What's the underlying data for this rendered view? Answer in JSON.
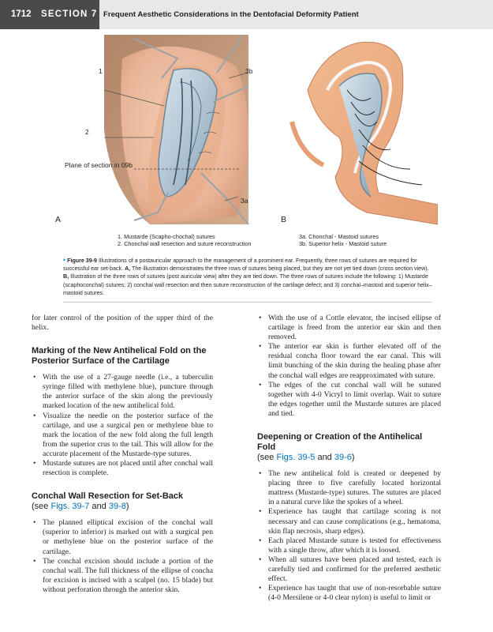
{
  "header": {
    "page_number": "1712",
    "section": "SECTION 7",
    "title": "Frequent Aesthetic Considerations in the Dentofacial Deformity Patient"
  },
  "figure": {
    "labels": {
      "l1": "1",
      "l2": "2",
      "l3b": "3b",
      "l3a": "3a",
      "plane": "Plane of section in 09b"
    },
    "panel_a": "A",
    "panel_b": "B",
    "legend_left": [
      "1. Mustarde (Scapho-chochal) sutures",
      "2. Chonchal wall resection and suture reconstruction"
    ],
    "legend_right": [
      "3a. Chonchal - Mastoid sutures",
      "3b. Superior helix - Mastoid suture"
    ]
  },
  "caption": {
    "bullet": "•",
    "label": "Figure 39-9",
    "text_a": " Illustrations of a postauricular approach to the management of a prominent ear. Frequently, three rows of sutures are required for successful ear set-back. ",
    "a": "A,",
    "text_b": " The illustration demonstrates the three rows of sutures being placed, but they are not yet tied down (cross section view). ",
    "b": "B,",
    "text_c": " Illustration of the three rows of sutures (post auricular view) after they are tied down. The three rows of sutures include the following: 1) Mustarde (scaphoconchal) sutures; 2) conchal wall resection and then suture reconstruction of the cartilage defect; and 3) conchal–mastoid and superior helix–mastoid sutures."
  },
  "left_col": {
    "intro": "for later control of the position of the upper third of the helix.",
    "h1": "Marking of the New Antihelical Fold on the Posterior Surface of the Cartilage",
    "list1": [
      "With the use of a 27-gauge needle (i.e., a tuberculin syringe filled with methylene blue), puncture through the anterior surface of the skin along the previously marked location of the new antihelical fold.",
      "Visualize the needle on the posterior surface of the cartilage, and use a surgical pen or methylene blue to mark the location of the new fold along the full length from the superior crus to the tail. This will allow for the accurate placement of the Mustarde-type sutures.",
      "Mustarde sutures are not placed until after conchal wall resection is complete."
    ],
    "h2": "Conchal Wall Resection for Set-Back",
    "h2_sub_pre": "(see ",
    "h2_ref1": "Figs. 39-7",
    "h2_and": " and ",
    "h2_ref2": "39-8",
    "h2_sub_post": ")",
    "list2": [
      "The planned elliptical excision of the conchal wall (superior to inferior) is marked out with a surgical pen or methylene blue on the posterior surface of the cartilage.",
      "The conchal excision should include a portion of the conchal wall. The full thickness of the ellipse of concha for excision is incised with a scalpel (no. 15 blade) but without perforation through the anterior skin."
    ]
  },
  "right_col": {
    "list1": [
      "With the use of a Cottle elevator, the incised ellipse of cartilage is freed from the anterior ear skin and then removed.",
      "The anterior ear skin is further elevated off of the residual concha floor toward the ear canal. This will limit bunching of the skin during the healing phase after the conchal wall edges are reapproximated with suture.",
      "The edges of the cut conchal wall will be sutured together with 4-0 Vicryl to limit overlap. Wait to suture the edges together until the Mustarde sutures are placed and tied."
    ],
    "h3": "Deepening or Creation of the Antihelical Fold",
    "h3_sub_pre": "(see ",
    "h3_ref1": "Figs. 39-5",
    "h3_and": " and ",
    "h3_ref2": "39-6",
    "h3_sub_post": ")",
    "list2": [
      "The new antihelical fold is created or deepened by placing three to five carefully located horizontal mattress (Mustarde-type) sutures. The sutures are placed in a natural curve like the spokes of a wheel.",
      "Experience has taught that cartilage scoring is not necessary and can cause complications (e.g., hematoma, skin flap necrosis, sharp edges).",
      "Each placed Mustarde suture is tested for effectiveness with a single throw, after which it is loosed.",
      "When all sutures have been placed and tested, each is carefully tied and confirmed for the preferred aesthetic effect.",
      "Experience has taught that use of non-resorbable suture (4-0 Mersilene or 4-0 clear nylon) is useful to limit or"
    ]
  },
  "colors": {
    "header_dark": "#4a4a4a",
    "header_light": "#e8e8e8",
    "accent_blue": "#00a4d6",
    "link_blue": "#0072bc"
  }
}
